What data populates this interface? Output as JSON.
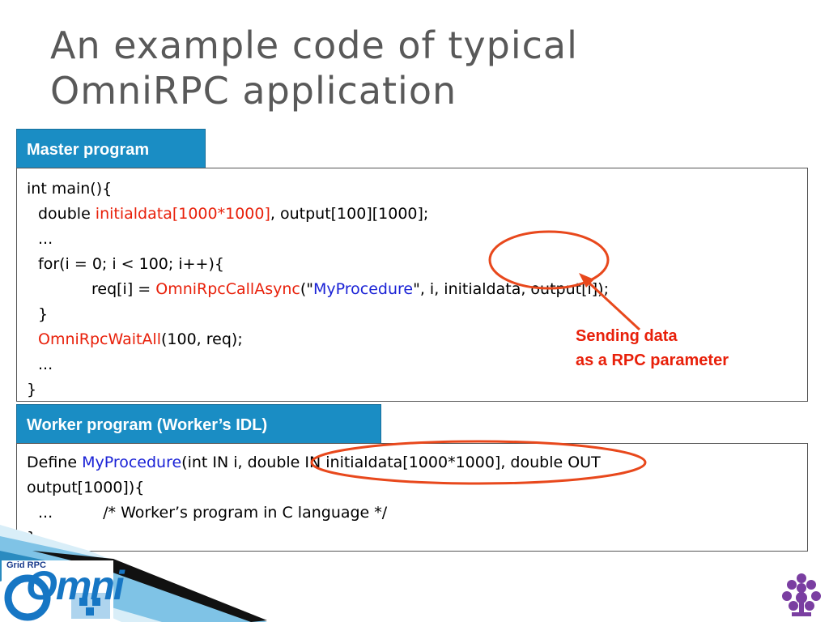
{
  "slide": {
    "title_line1": "An example code of typical",
    "title_line2": "OmniRPC application"
  },
  "master": {
    "tab_label": "Master program",
    "lines": {
      "l1": "int main(){",
      "l2a": "double ",
      "l2b": "initialdata[1000*1000]",
      "l2c": ", output[100][1000];",
      "l3": "...",
      "l4": "for(i = 0; i < 100; i++){",
      "l5a": "req[i] = ",
      "l5b": "OmniRpcCallAsync",
      "l5c": "(\"",
      "l5d": "MyProcedure",
      "l5e": "\", i, initialdata, output[i]);",
      "l6": "}",
      "l7a": "OmniRpcWaitAll",
      "l7b": "(100, req);",
      "l8": "...",
      "l9": "}"
    }
  },
  "annotation": {
    "line1": "Sending data",
    "line2": "as a RPC parameter"
  },
  "worker": {
    "tab_label": "Worker program (Worker’s IDL)",
    "lines": {
      "l1a": "Define ",
      "l1b": "MyProcedure",
      "l1c": "(int IN i, double IN initialdata[1000*1000], double OUT",
      "l2": "output[1000]){",
      "l3a": "...",
      "l3b": "/* Worker’s program in C language */",
      "l4": "}"
    }
  },
  "logo": {
    "small_text": "Grid RPC",
    "big_text": "Omni"
  },
  "colors": {
    "tab_bg": "#1a8dc4",
    "highlight_red": "#e8200a",
    "highlight_blue": "#1a22d6",
    "title_gray": "#595959"
  }
}
